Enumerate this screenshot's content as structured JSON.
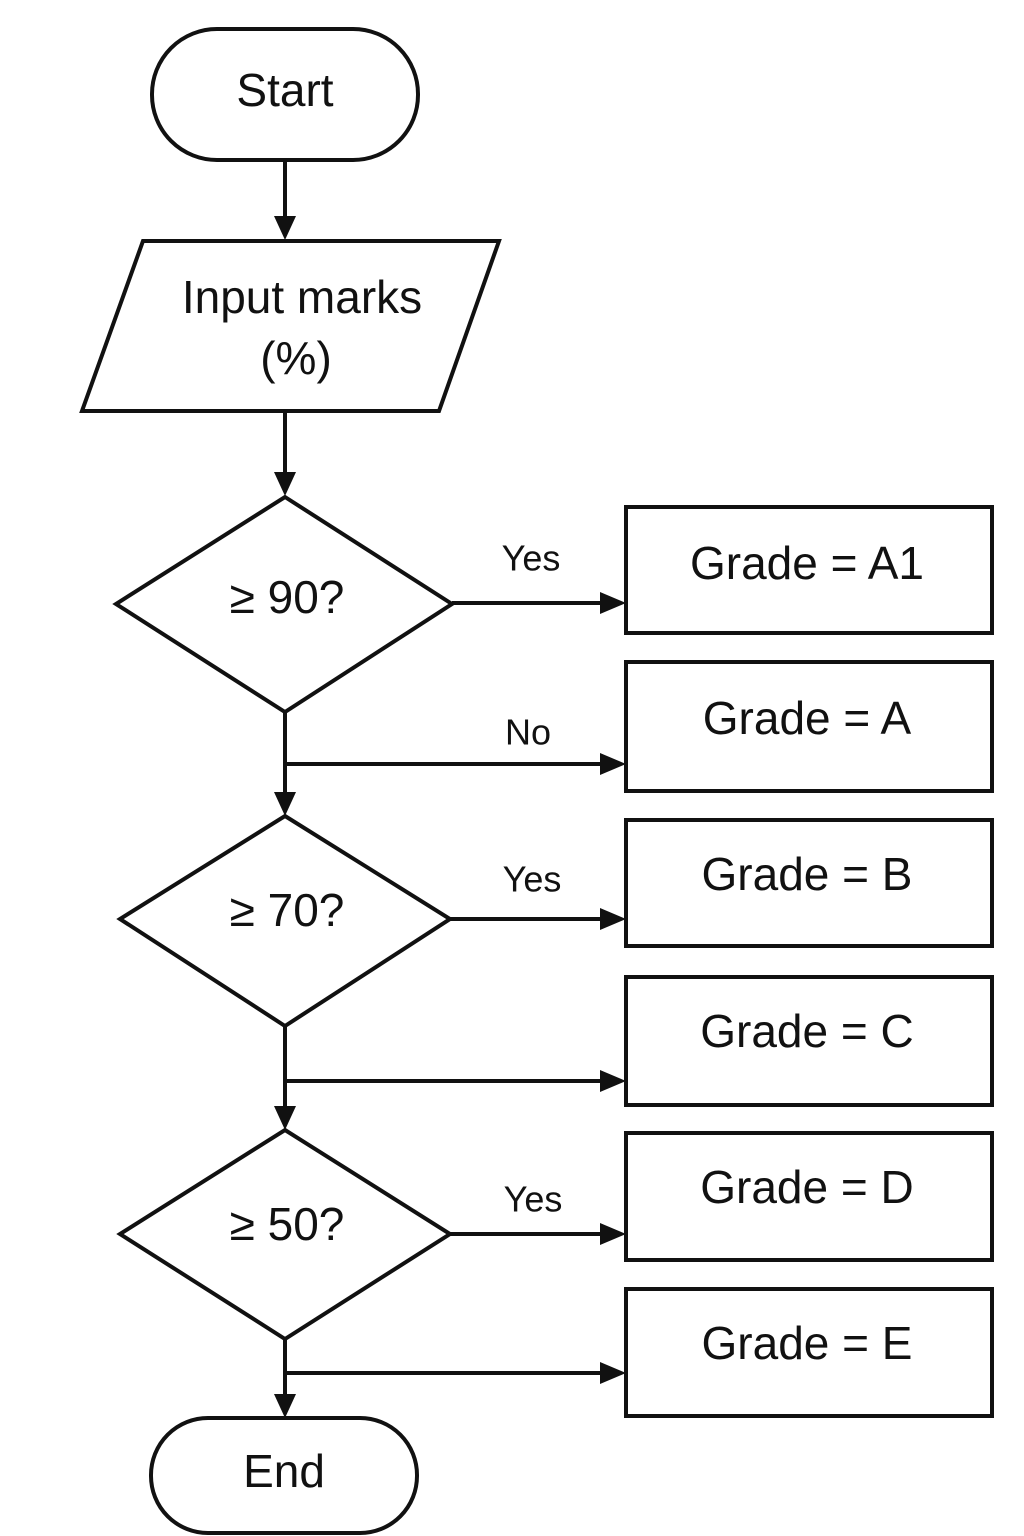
{
  "nodes": {
    "start": "Start",
    "input_line1": "Input marks",
    "input_line2": "(%)",
    "decision_90": "≥ 90?",
    "decision_70": "≥ 70?",
    "decision_50": "≥ 50?",
    "grade_a1": "Grade = A1",
    "grade_a": "Grade = A",
    "grade_b": "Grade = B",
    "grade_c": "Grade = C",
    "grade_d": "Grade = D",
    "grade_e": "Grade = E",
    "end": "End"
  },
  "edges": {
    "d90_yes": "Yes",
    "d90_no": "No",
    "d70_yes": "Yes",
    "d50_yes": "Yes"
  }
}
